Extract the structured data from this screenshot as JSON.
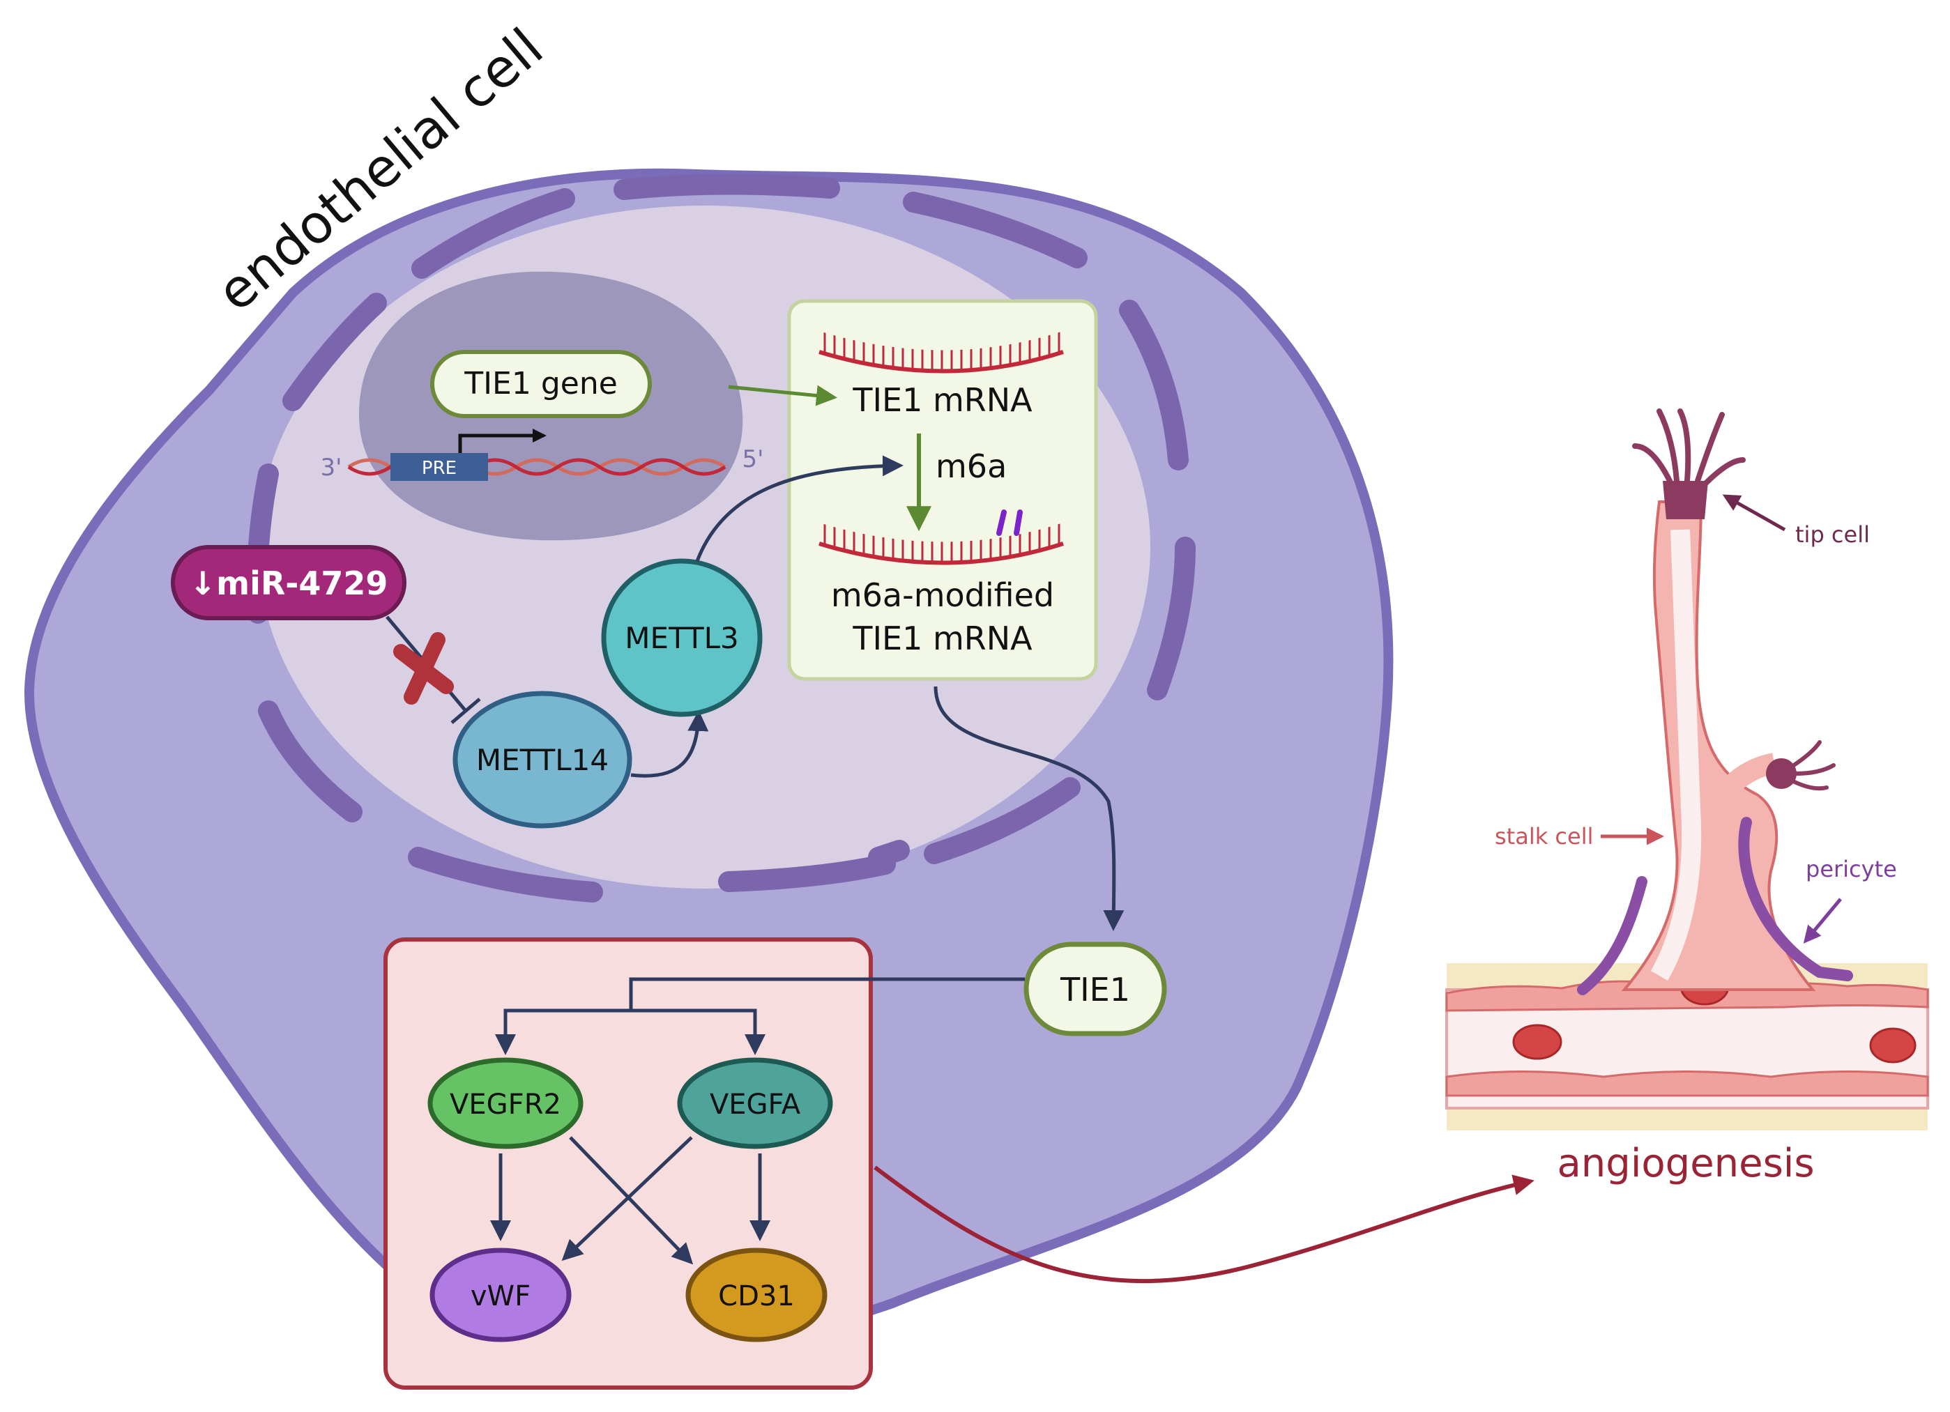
{
  "cell_label": "endothelial cell",
  "nodes": {
    "tie1_gene": "TIE1 gene",
    "tie1_mrna": "TIE1 mRNA",
    "m6a": "m6a",
    "m6a_modified_line1": "m6a-modified",
    "m6a_modified_line2": "TIE1 mRNA",
    "mir": "↓miR-4729",
    "mettl3": "METTL3",
    "mettl14": "METTL14",
    "tie1": "TIE1",
    "vegfr2": "VEGFR2",
    "vegfa": "VEGFA",
    "vwf": "vWF",
    "cd31": "CD31"
  },
  "dna": {
    "pre": "PRE",
    "end_3": "3'",
    "end_5": "5'"
  },
  "vessel": {
    "tip_cell": "tip cell",
    "stalk_cell": "stalk cell",
    "pericyte": "pericyte",
    "outcome": "angiogenesis"
  },
  "colors": {
    "cytoplasm": "#aea8d9",
    "cell_border": "#7a6cb9",
    "nucleus": "#d9d0e3",
    "nuclear_envelope": "#7b66ad",
    "nucleolus": "#9e97bc",
    "green_box_fill": "#f3f7e6",
    "green_border": "#6c8a3a",
    "mir_fill": "#a3287a",
    "mettl_fill": "#5fc4c8",
    "mettl14_fill": "#79b6cf",
    "pink_box_fill": "#f7dddd",
    "pink_box_border": "#a8323e",
    "vegfr2_fill": "#65c265",
    "vegfa_fill": "#4ea39a",
    "vwf_fill": "#b07ce3",
    "cd31_fill": "#d4991f",
    "mrna_red": "#c2283a",
    "arrow_navy": "#2e3b5f",
    "arrow_green": "#5b8a33",
    "angio_red": "#9b2335",
    "inhibit_x": "#b0323a",
    "vessel_pink": "#f2a5a2",
    "pericyte_purple": "#8a4fa5"
  }
}
